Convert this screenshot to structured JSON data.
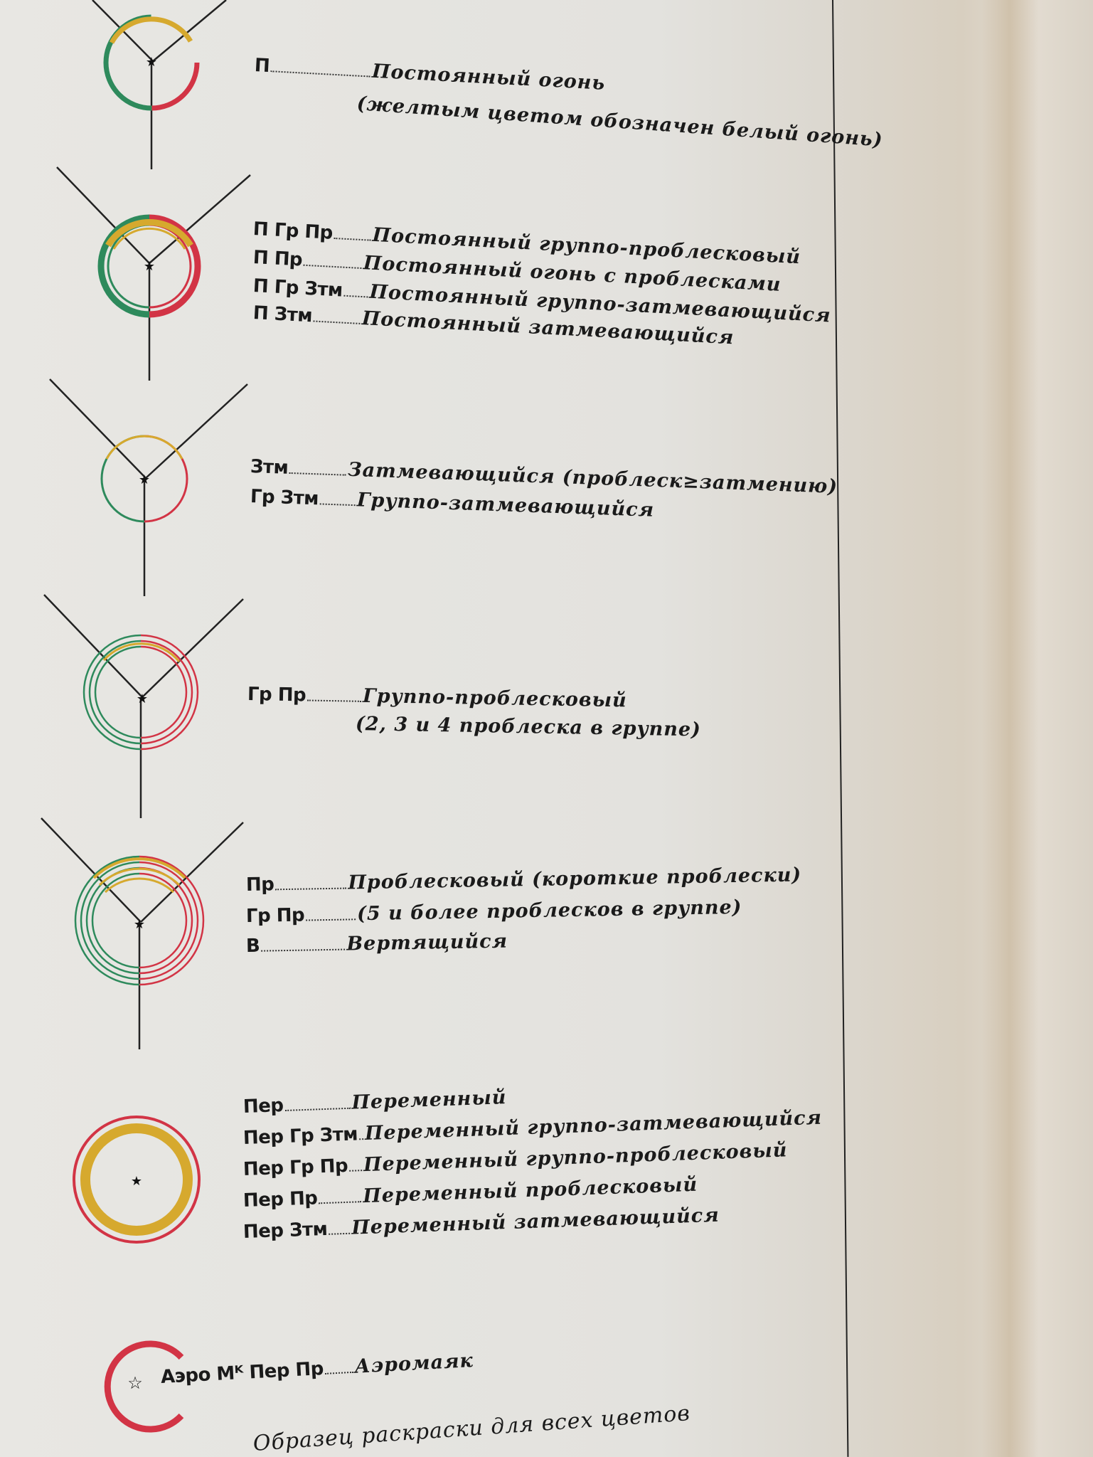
{
  "colors": {
    "white_light": "#d6a92e",
    "green_light": "#2e8a5c",
    "red_light": "#d23445",
    "ink": "#1a1a1a"
  },
  "symbol_names": [
    "star-icon",
    "outline-star-icon"
  ],
  "groups": [
    {
      "entries": [
        {
          "abbr": "П",
          "desc": "Постоянный огонь"
        },
        {
          "abbr": "",
          "desc": "(желтым цветом обозначен белый огонь)"
        }
      ]
    },
    {
      "entries": [
        {
          "abbr": "П Гр Пр",
          "desc": "Постоянный группо-проблесковый"
        },
        {
          "abbr": "П Пр",
          "desc": "Постоянный огонь с проблесками"
        },
        {
          "abbr": "П Гр Зтм",
          "desc": "Постоянный группо-затмевающийся"
        },
        {
          "abbr": "П Зтм",
          "desc": "Постоянный затмевающийся"
        }
      ]
    },
    {
      "entries": [
        {
          "abbr": "Зтм",
          "desc": "Затмевающийся (проблеск≥затмению)"
        },
        {
          "abbr": "Гр Зтм",
          "desc": "Группо-затмевающийся"
        }
      ]
    },
    {
      "entries": [
        {
          "abbr": "Гр Пр",
          "desc": "Группо-проблесковый"
        },
        {
          "abbr": "",
          "desc": "(2, 3 и 4 проблеска в группе)"
        }
      ]
    },
    {
      "entries": [
        {
          "abbr": "Пр",
          "desc": "Проблесковый (короткие проблески)"
        },
        {
          "abbr": "Гр Пр",
          "desc": "(5 и более проблесков в группе)"
        },
        {
          "abbr": "В",
          "desc": "Вертящийся"
        }
      ]
    },
    {
      "entries": [
        {
          "abbr": "Пер",
          "desc": "Переменный"
        },
        {
          "abbr": "Пер Гр Зтм",
          "desc": "Переменный группо-затмевающийся"
        },
        {
          "abbr": "Пер Гр Пр",
          "desc": "Переменный группо-проблесковый"
        },
        {
          "abbr": "Пер Пр",
          "desc": "Переменный проблесковый"
        },
        {
          "abbr": "Пер Зтм",
          "desc": "Переменный затмевающийся"
        }
      ]
    },
    {
      "entries": [
        {
          "abbr": "Аэро Мᴷ Пер Пр",
          "desc": "Аэромаяк"
        }
      ]
    }
  ],
  "footer": {
    "caption": "Образец раскраски для всех цветов"
  }
}
